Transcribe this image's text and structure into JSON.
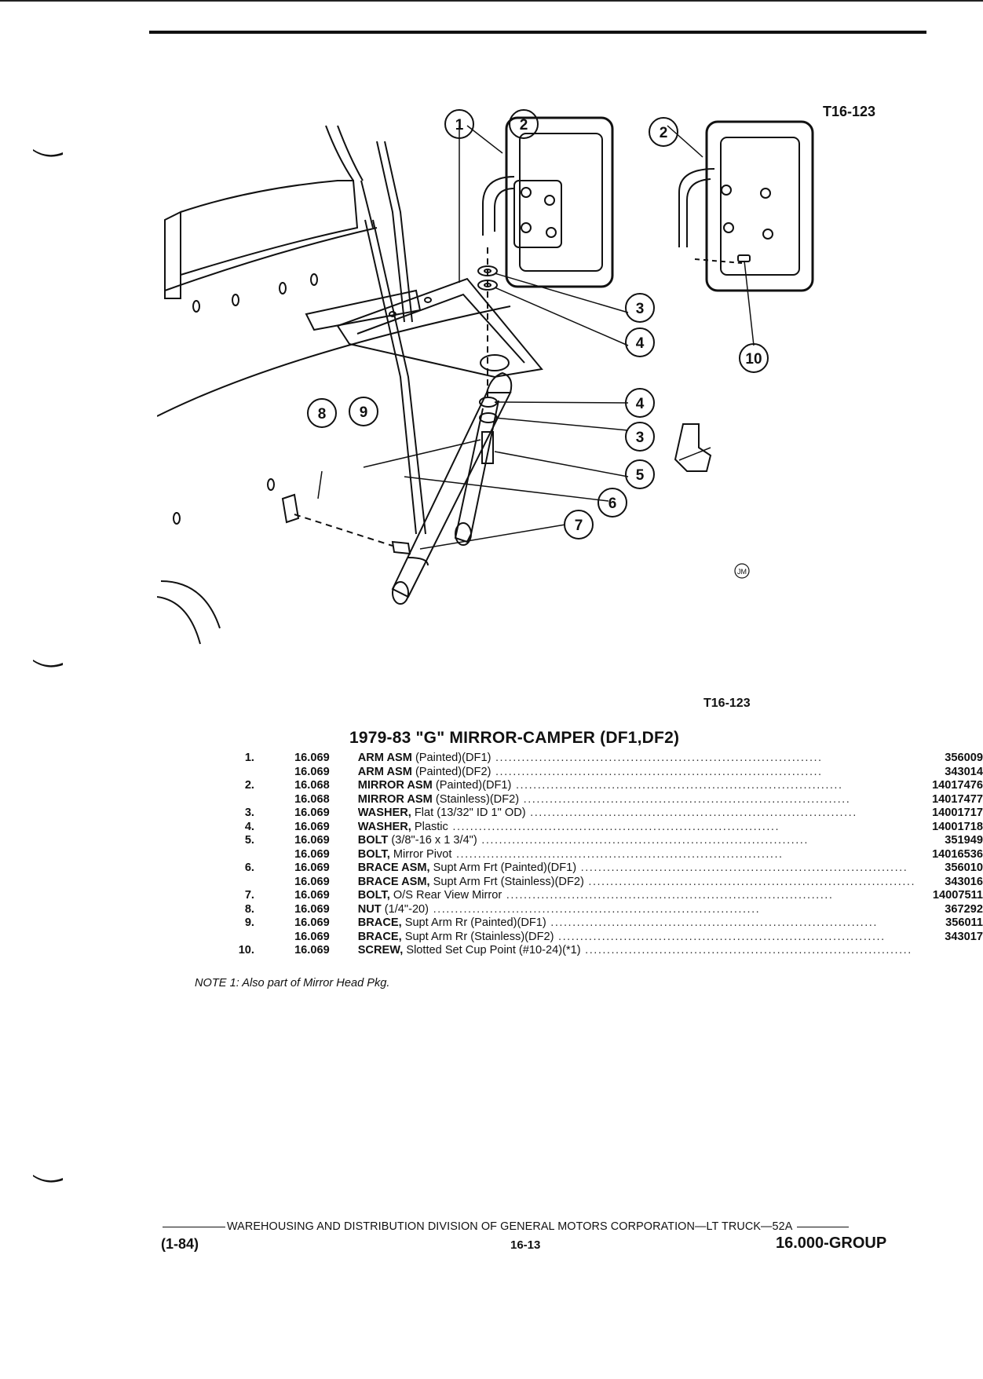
{
  "figure_code_top": "T16-123",
  "figure_code_bottom": "T16-123",
  "callouts": [
    "1",
    "2",
    "2",
    "3",
    "4",
    "10",
    "4",
    "3",
    "5",
    "8",
    "9",
    "6",
    "7"
  ],
  "stamp": "JM",
  "title": "1979-83 \"G\" MIRROR-CAMPER (DF1,DF2)",
  "parts": [
    {
      "idx": "1.",
      "grp": "16.069",
      "name": "ARM ASM",
      "desc": " (Painted)(DF1)",
      "pn": "356009"
    },
    {
      "idx": "",
      "grp": "16.069",
      "name": "ARM ASM",
      "desc": " (Painted)(DF2)",
      "pn": "343014"
    },
    {
      "idx": "2.",
      "grp": "16.068",
      "name": "MIRROR ASM",
      "desc": " (Painted)(DF1)",
      "pn": "14017476"
    },
    {
      "idx": "",
      "grp": "16.068",
      "name": "MIRROR ASM",
      "desc": " (Stainless)(DF2)",
      "pn": "14017477"
    },
    {
      "idx": "3.",
      "grp": "16.069",
      "name": "WASHER,",
      "desc": " Flat (13/32\" ID 1\" OD)",
      "pn": "14001717"
    },
    {
      "idx": "4.",
      "grp": "16.069",
      "name": "WASHER,",
      "desc": " Plastic",
      "pn": "14001718"
    },
    {
      "idx": "5.",
      "grp": "16.069",
      "name": "BOLT",
      "desc": " (3/8\"-16 x 1 3/4\")",
      "pn": "351949"
    },
    {
      "idx": "",
      "grp": "16.069",
      "name": "BOLT,",
      "desc": " Mirror Pivot",
      "pn": "14016536"
    },
    {
      "idx": "6.",
      "grp": "16.069",
      "name": "BRACE ASM,",
      "desc": " Supt Arm Frt (Painted)(DF1)",
      "pn": "356010"
    },
    {
      "idx": "",
      "grp": "16.069",
      "name": "BRACE ASM,",
      "desc": " Supt Arm Frt (Stainless)(DF2)",
      "pn": "343016"
    },
    {
      "idx": "7.",
      "grp": "16.069",
      "name": "BOLT,",
      "desc": " O/S Rear View Mirror",
      "pn": "14007511"
    },
    {
      "idx": "8.",
      "grp": "16.069",
      "name": "NUT",
      "desc": " (1/4\"-20)",
      "pn": "367292"
    },
    {
      "idx": "9.",
      "grp": "16.069",
      "name": "BRACE,",
      "desc": " Supt Arm Rr (Painted)(DF1)",
      "pn": "356011"
    },
    {
      "idx": "",
      "grp": "16.069",
      "name": "BRACE,",
      "desc": " Supt Arm Rr (Stainless)(DF2)",
      "pn": "343017"
    },
    {
      "idx": "10.",
      "grp": "16.069",
      "name": "SCREW,",
      "desc": " Slotted Set Cup Point (#10-24)(*1)",
      "pn": ""
    }
  ],
  "note": "NOTE 1: Also part of Mirror Head Pkg.",
  "footer": "WAREHOUSING AND DISTRIBUTION DIVISION OF GENERAL MOTORS CORPORATION—LT TRUCK—52A",
  "page_date": "(1-84)",
  "page_number": "16-13",
  "group": "16.000-GROUP"
}
